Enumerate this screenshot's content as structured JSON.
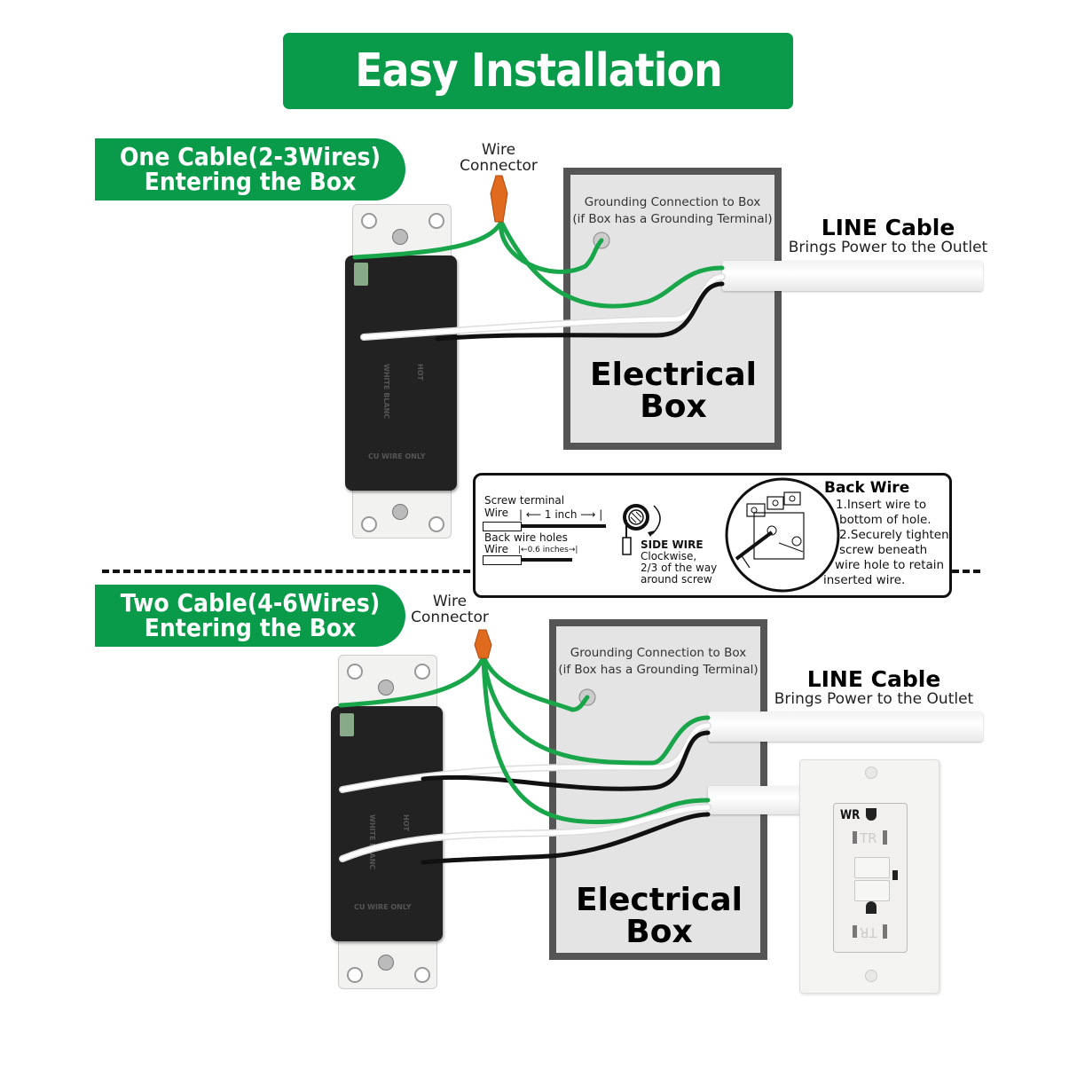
{
  "title": "Easy Installation",
  "colors": {
    "brand_green": "#0a9b4a",
    "ground_wire": "#19a64a",
    "neutral_wire": "#f4f4f4",
    "hot_wire": "#111111",
    "connector": "#e06a1e",
    "box_border": "#555555",
    "box_fill": "#e4e4e4"
  },
  "sections": [
    {
      "heading_line1": "One Cable(2-3Wires)",
      "heading_line2": "Entering the Box",
      "connector_label_line1": "Wire",
      "connector_label_line2": "Connector",
      "ground_note_line1": "Grounding Connection to Box",
      "ground_note_line2": "(if Box has a Grounding Terminal)",
      "box_label_line1": "Electrical",
      "box_label_line2": "Box",
      "cable_title": "LINE Cable",
      "cable_subtitle": "Brings Power to the Outlet"
    },
    {
      "heading_line1": "Two Cable(4-6Wires)",
      "heading_line2": "Entering the Box",
      "connector_label_line1": "Wire",
      "connector_label_line2": "Connector",
      "ground_note_line1": "Grounding Connection to Box",
      "ground_note_line2": "(if Box has a Grounding Terminal)",
      "box_label_line1": "Electrical",
      "box_label_line2": "Box",
      "cable_title": "LINE Cable",
      "cable_subtitle": "Brings Power to the Outlet"
    }
  ],
  "instructions": {
    "screw_terminal_label": "Screw terminal",
    "screw_terminal_wire": "Wire",
    "screw_terminal_length": "| ⟵ 1 inch ⟶ |",
    "back_wire_holes_label": "Back wire holes",
    "back_wire_holes_wire": "Wire",
    "back_wire_holes_length": "|←0.6 inches→|",
    "side_wire_title": "SIDE WIRE",
    "side_wire_line1": "Clockwise,",
    "side_wire_line2": "2/3 of the way",
    "side_wire_line3": "around screw",
    "back_wire_title": "Back Wire",
    "back_wire_steps": [
      "1.Insert wire to",
      "bottom of hole.",
      "2.Securely tighten",
      "screw beneath",
      "wire hole to retain",
      "inserted wire."
    ]
  },
  "receptacle_back": {
    "side_left": "WHITE BLANC",
    "side_right": "HOT",
    "bottom_text": "CU WIRE ONLY"
  },
  "gfci_outlet": {
    "wr_mark": "WR",
    "tr_mark": "TR"
  }
}
